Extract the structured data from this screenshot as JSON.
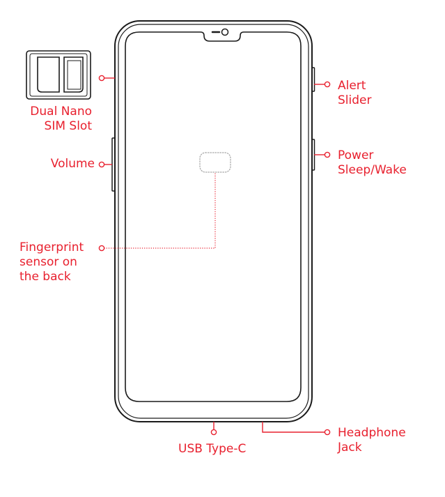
{
  "labels": {
    "sim_slot": [
      "Dual Nano",
      "SIM Slot"
    ],
    "volume": [
      "Volume"
    ],
    "fingerprint": [
      "Fingerprint",
      "sensor on",
      "the back"
    ],
    "alert_slider": [
      "Alert",
      "Slider"
    ],
    "power": [
      "Power",
      "Sleep/Wake"
    ],
    "usb": [
      "USB Type-C"
    ],
    "headphone": [
      "Headphone",
      "Jack"
    ]
  },
  "colors": {
    "label": "#e8202e",
    "outline": "#1a1a1a",
    "fingerprint": "#a6a6a6",
    "background": "#ffffff"
  }
}
